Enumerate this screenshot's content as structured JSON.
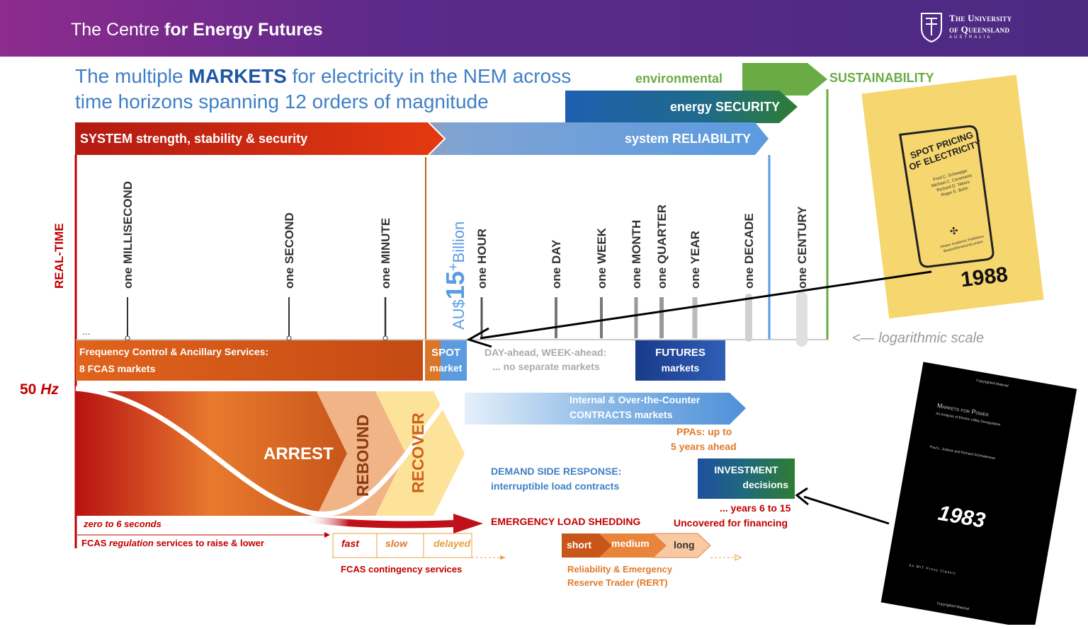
{
  "header": {
    "centre_prefix": "The Centre ",
    "centre_bold": "for Energy Futures",
    "uni_line1": "The University",
    "uni_line2": "of Queensland",
    "uni_line3": "AUSTRALIA"
  },
  "title": {
    "part1": "The multiple ",
    "bold": "MARKETS",
    "part2": " for electricity in the NEM across",
    "line2": "time horizons spanning 12 orders of magnitude"
  },
  "bands": {
    "environmental": "environmental",
    "sustainability": "SUSTAINABILITY",
    "energy_security": "energy SECURITY",
    "system_strength": "SYSTEM strength, stability & security",
    "system_reliability": "system RELIABILITY"
  },
  "axis": {
    "real_time": "REAL-TIME",
    "ellipsis": "...",
    "spot_value_prefix": "AU$",
    "spot_value": "15",
    "spot_value_sup": "+",
    "spot_value_suffix": "Billion",
    "log_scale": "<— logarithmic scale",
    "ticks": [
      {
        "label": "one MILLISECOND"
      },
      {
        "label": "one SECOND"
      },
      {
        "label": "one MINUTE"
      },
      {
        "label": "one HOUR"
      },
      {
        "label": "one DAY"
      },
      {
        "label": "one WEEK"
      },
      {
        "label": "one MONTH"
      },
      {
        "label": "one QUARTER"
      },
      {
        "label": "one YEAR"
      },
      {
        "label": "one DECADE"
      },
      {
        "label": "one CENTURY"
      }
    ]
  },
  "markets": {
    "fcas_line1": "Frequency Control & Ancillary Services:",
    "fcas_line2": "8 FCAS markets",
    "spot_line1": "SPOT",
    "spot_line2": "market",
    "dayahead_line1": "DAY-ahead, WEEK-ahead:",
    "dayahead_line2": "... no separate markets",
    "futures_line1": "FUTURES",
    "futures_line2": "markets"
  },
  "frequency": {
    "hz_value": "50",
    "hz_unit": "Hz",
    "arrest": "ARREST",
    "rebound": "REBOUND",
    "recover": "RECOVER",
    "zero_to_six": "zero to 6 seconds",
    "fcas_reg_prefix": "FCAS ",
    "fcas_reg_italic": "regulation",
    "fcas_reg_suffix": " services to raise & lower",
    "fast": "fast",
    "slow": "slow",
    "delayed": "delayed",
    "fcas_contingency": "FCAS contingency services"
  },
  "contracts": {
    "line1": "Internal & Over-the-Counter",
    "line2": "CONTRACTS markets",
    "ppa_line1": "PPAs: up to",
    "ppa_line2": "5 years ahead"
  },
  "dsr": {
    "line1": "DEMAND SIDE RESPONSE:",
    "line2": "interruptible load contracts"
  },
  "investment": {
    "line1": "INVESTMENT",
    "line2": "decisions",
    "years_line1": "... years 6 to 15",
    "years_line2": "Uncovered for financing"
  },
  "emergency": {
    "label": "EMERGENCY LOAD SHEDDING",
    "short": "short",
    "medium": "medium",
    "long": "long",
    "rert_line1": "Reliability & Emergency",
    "rert_line2": "Reserve Trader (RERT)"
  },
  "books": {
    "spot_title_line1": "SPOT PRICING",
    "spot_title_line2": "OF ELECTRICITY",
    "spot_authors": [
      "Fred C. Schweppe",
      "Michael C. Caramanis",
      "Richard D. Tabors",
      "Roger E. Bohn"
    ],
    "spot_publisher_line1": "Kluwer Academic Publishers",
    "spot_publisher_line2": "Boston/Dordrecht/London",
    "spot_year": "1988",
    "power_top": "Copyrighted Material",
    "power_title": "Markets for Power",
    "power_subtitle": "An Analysis of Electric Utility Deregulation",
    "power_authors": "Paul L. Joskow and Richard Schmalensee",
    "power_year": "1983",
    "power_series": "An MIT Press Classic",
    "power_bottom": "Copyrighted Material"
  },
  "colors": {
    "purple_header": "#5d2a8a",
    "red": "#c00000",
    "orange": "#e8792b",
    "blue": "#3f7fc7",
    "dark_blue": "#1f3f8f",
    "green": "#6aab45",
    "dark_green": "#2e7d32",
    "book_yellow": "#f6d66f"
  }
}
